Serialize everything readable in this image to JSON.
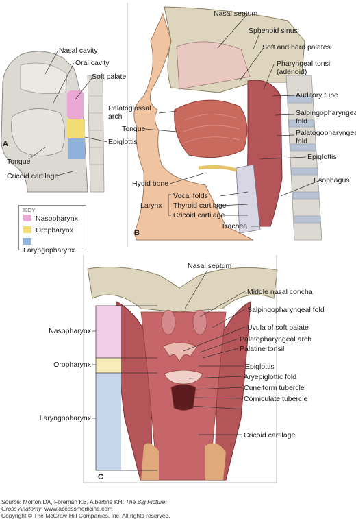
{
  "panels": {
    "a": "A",
    "b": "B",
    "c": "C"
  },
  "panel_a_labels": {
    "nasal_cavity": "Nasal cavity",
    "oral_cavity": "Oral cavity",
    "soft_palate": "Soft palate",
    "epiglottis": "Epiglottis",
    "tongue": "Tongue",
    "cricoid_cartilage": "Cricoid cartilage"
  },
  "panel_b_labels": {
    "nasal_septum": "Nasal septum",
    "sphenoid_sinus": "Sphenoid sinus",
    "soft_and_hard_palates": "Soft and hard palates",
    "pharyngeal_tonsil_1": "Pharyngeal tonsil",
    "pharyngeal_tonsil_2": "(adenoid)",
    "auditory_tube": "Auditory tube",
    "salpingopharyngeal_1": "Salpingopharyngeal",
    "salpingopharyngeal_2": "fold",
    "palatogopharyngeal_1": "Palatogopharyngeal",
    "palatogopharyngeal_2": "fold",
    "palatoglossal_1": "Palatoglossal",
    "palatoglossal_2": "arch",
    "tongue": "Tongue",
    "epiglottis": "Epiglottis",
    "esophagus": "Esophagus",
    "hyoid_bone": "Hyoid bone",
    "vocal_folds": "Vocal folds",
    "larynx": "Larynx",
    "thyroid_cartilage": "Thyroid cartilage",
    "cricoid_cartilage": "Cricoid cartilage",
    "trachea": "Trachea"
  },
  "key": {
    "title": "KEY",
    "items": [
      {
        "label": "Nasopharynx",
        "color": "#e9a9d4"
      },
      {
        "label": "Oropharynx",
        "color": "#f2dc74"
      },
      {
        "label": "Laryngopharynx",
        "color": "#8fb1dc"
      }
    ]
  },
  "panel_c_labels": {
    "nasal_septum": "Nasal septum",
    "middle_nasal_concha": "Middle nasal concha",
    "salpingopharyngeal_fold": "Salpingopharyngeal fold",
    "uvula": "Uvula of soft palate",
    "palatopharyngeal_arch": "Palatopharyngeal arch",
    "palatine_tonsil": "Palatine tonsil",
    "epiglottis": "Epiglottis",
    "aryepiglottic_fold": "Aryepiglottic fold",
    "cuneiform_tubercle": "Cuneiform tubercle",
    "corniculate_tubercle": "Corniculate tubercle",
    "cricoid_cartilage": "Cricoid cartilage",
    "nasopharynx": "Nasopharynx",
    "oropharynx": "Oropharynx",
    "laryngopharynx": "Laryngopharynx"
  },
  "source": {
    "line1_prefix": "Source: Morton DA, Foreman KB, Albertine KH: ",
    "line1_title": "The Big Picture:",
    "line2_title": "Gross Anatomy",
    "line2_suffix": ": www.accessmedicine.com",
    "line3": "Copyright © The McGraw-Hill Companies, Inc. All rights reserved."
  },
  "colors": {
    "nasopharynx": "#e9a9d4",
    "oropharynx": "#f2dc74",
    "laryngopharynx": "#8fb1dc",
    "muscle": "#b4555a",
    "bone": "#d8ceb2",
    "skin": "#f0c3a1"
  }
}
